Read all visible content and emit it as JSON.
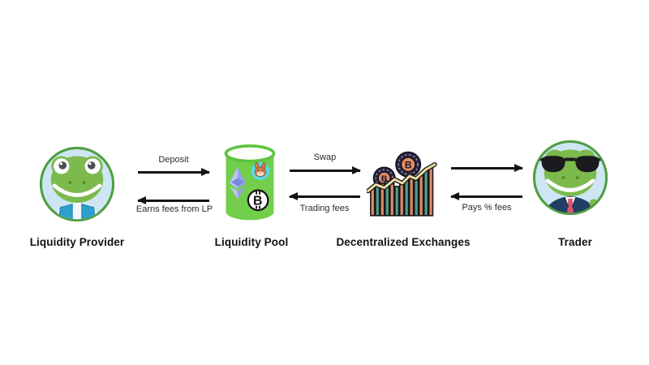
{
  "diagram": {
    "nodes": [
      {
        "id": "liquidity-provider",
        "label": "Liquidity Provider",
        "icon": "gecko-provider-avatar-icon"
      },
      {
        "id": "liquidity-pool",
        "label": "Liquidity Pool",
        "icon": "liquidity-pool-cylinder-icon",
        "coins": [
          "ethereum-icon",
          "pancakeswap-bunny-icon",
          "bitcoin-icon"
        ]
      },
      {
        "id": "decentralized-exchanges",
        "label": "Decentralized Exchanges",
        "icon": "dex-bar-chart-icon",
        "coins": [
          "bitcoin-coin-icon",
          "bitcoin-coin-icon"
        ]
      },
      {
        "id": "trader",
        "label": "Trader",
        "icon": "gecko-trader-avatar-icon"
      }
    ],
    "edges": [
      {
        "from": "liquidity-provider",
        "to": "liquidity-pool",
        "label": "Deposit",
        "direction": "right"
      },
      {
        "from": "liquidity-pool",
        "to": "liquidity-provider",
        "label": "Earns fees from LP",
        "direction": "left"
      },
      {
        "from": "liquidity-pool",
        "to": "decentralized-exchanges",
        "label": "Swap",
        "direction": "right"
      },
      {
        "from": "decentralized-exchanges",
        "to": "liquidity-pool",
        "label": "Trading fees",
        "direction": "left"
      },
      {
        "from": "decentralized-exchanges",
        "to": "trader",
        "label": "",
        "direction": "right"
      },
      {
        "from": "trader",
        "to": "decentralized-exchanges",
        "label": "Pays % fees",
        "direction": "left"
      }
    ],
    "colors": {
      "background": "#ffffff",
      "arrow": "#141414",
      "avatar_ring_green": "#4f9e43",
      "avatar_background_blue": "#cee6f4",
      "gecko_green": "#7cba4d",
      "pool_green": "#72ce4b",
      "eth_purple": "#8e99e8",
      "pancake_teal": "#56dbe5",
      "bunny_brown": "#d07e4c",
      "dex_bar_salmon": "#df8a68",
      "dex_bar_teal": "#4f9f90",
      "dex_line_cream": "#eedda4",
      "dex_coin_dark": "#2a2640",
      "dex_coin_orange": "#e08d62",
      "trader_suit_navy": "#203f63",
      "trader_tie_pink": "#e0556e",
      "provider_vest_blue": "#2f9fd0"
    }
  }
}
